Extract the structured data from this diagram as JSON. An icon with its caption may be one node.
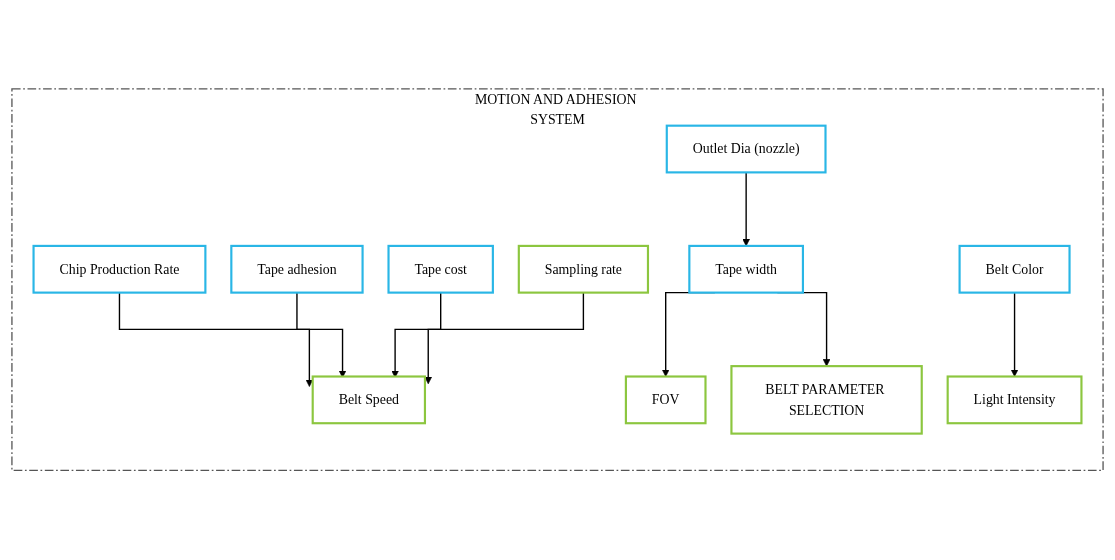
{
  "diagram": {
    "nodes": [
      {
        "text": [
          "MOTION AND ADHESION SYSTEM"
        ]
      },
      {
        "text": [
          "Chip Production Rate"
        ],
        "in": 0
      },
      {
        "text": [
          "Sampling rate"
        ],
        "in": 0
      },
      {
        "text": [
          "Tape width"
        ],
        "in": 0
      },
      {
        "text": [
          "FOV"
        ],
        "in": 0
      },
      {
        "text": [
          "Tape adhesion"
        ],
        "in": 0
      },
      {
        "text": [
          "Belt Speed"
        ],
        "in": 0
      },
      {
        "text": [
          "Outlet Dia (nozzle)"
        ],
        "in": 0
      },
      {
        "text": [
          "BELT PARAMETER SELECTION"
        ],
        "in": 0
      },
      {
        "text": [
          "Tape cost"
        ],
        "in": 0
      },
      {
        "text": [
          "Belt Color"
        ],
        "in": 0
      },
      {
        "text": [
          "Light Intensity"
        ],
        "in": 0
      }
    ],
    "edges": [
      {
        "from": 1,
        "to": 6,
        "arrow": "to"
      },
      {
        "from": 5,
        "to": 6,
        "arrow": "to"
      },
      {
        "from": 9,
        "to": 6,
        "arrow": "to"
      },
      {
        "from": 2,
        "to": 6,
        "arrow": "to"
      },
      {
        "from": 7,
        "to": 3,
        "arrow": "to"
      },
      {
        "from": 3,
        "to": 4,
        "arrow": "to"
      },
      {
        "from": 3,
        "to": 8,
        "arrow": "to"
      },
      {
        "from": 10,
        "to": 11,
        "arrow": "to"
      }
    ]
  }
}
